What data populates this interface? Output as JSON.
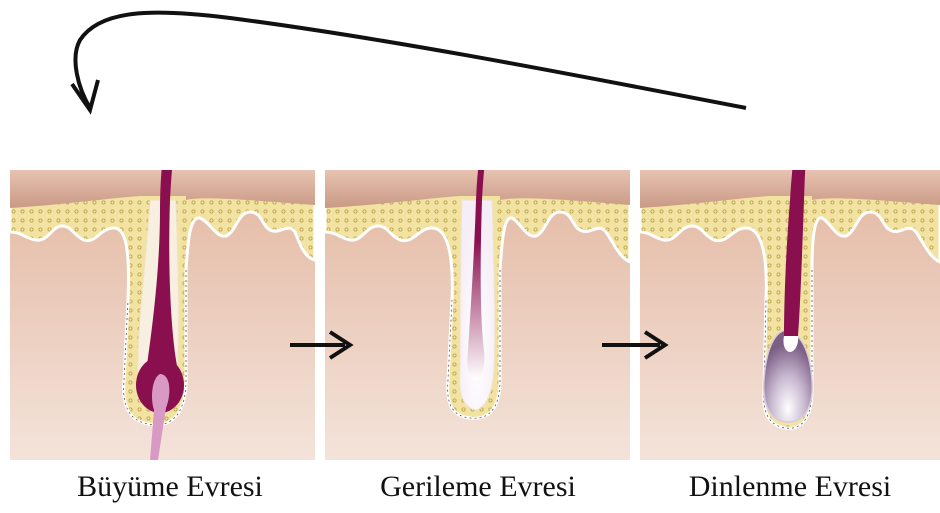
{
  "stages": [
    {
      "label": "Büyüme Evresi"
    },
    {
      "label": "Gerileme Evresi"
    },
    {
      "label": "Dinlenme Evresi"
    }
  ],
  "colors": {
    "skin_top": "#d6a892",
    "skin_body": "#e8c5b2",
    "fat_layer": "#f3e3a3",
    "fat_dots": "#c9b25a",
    "hair": "#8a0f4e",
    "papilla": "#d89ac4",
    "bulb_light": "#ffffff",
    "club_grey": "#b9a8c4",
    "arrow": "#111111"
  }
}
